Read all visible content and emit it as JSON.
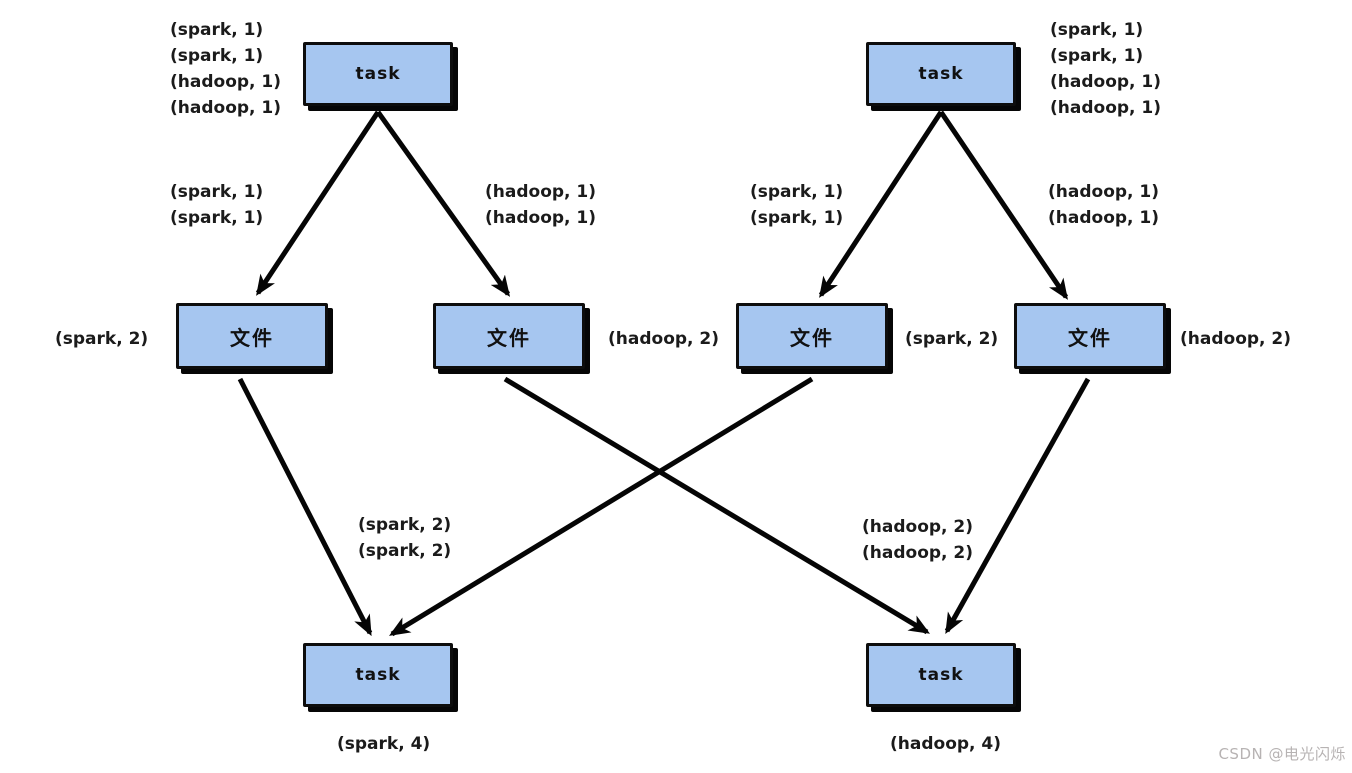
{
  "colors": {
    "node_fill": "#a6c6f0",
    "node_border": "#0d0d0d",
    "node_shadow": "#060606",
    "arrow": "#050505",
    "label_text": "#1b1b1b",
    "watermark_text": "#b7b3b3",
    "background": "#ffffff"
  },
  "nodes": {
    "top_left_task": "task",
    "top_right_task": "task",
    "file1": "文件",
    "file2": "文件",
    "file3": "文件",
    "file4": "文件",
    "bottom_left_task": "task",
    "bottom_right_task": "task"
  },
  "annotations": {
    "tl_input": [
      "(spark, 1)",
      "(spark, 1)",
      "(hadoop, 1)",
      "(hadoop, 1)"
    ],
    "tr_input": [
      "(spark, 1)",
      "(spark, 1)",
      "(hadoop, 1)",
      "(hadoop, 1)"
    ],
    "tl_edge_left": [
      "(spark, 1)",
      "(spark, 1)"
    ],
    "tl_edge_right": [
      "(hadoop, 1)",
      "(hadoop, 1)"
    ],
    "tr_edge_left": [
      "(spark, 1)",
      "(spark, 1)"
    ],
    "tr_edge_right": [
      "(hadoop, 1)",
      "(hadoop, 1)"
    ],
    "file1_value": "(spark, 2)",
    "file2_value": "(hadoop, 2)",
    "file3_value": "(spark, 2)",
    "file4_value": "(hadoop, 2)",
    "bl_edge": [
      "(spark, 2)",
      "(spark, 2)"
    ],
    "br_edge": [
      "(hadoop, 2)",
      "(hadoop, 2)"
    ],
    "bl_result": "(spark, 4)",
    "br_result": "(hadoop, 4)"
  },
  "watermark": "CSDN @电光闪烁"
}
